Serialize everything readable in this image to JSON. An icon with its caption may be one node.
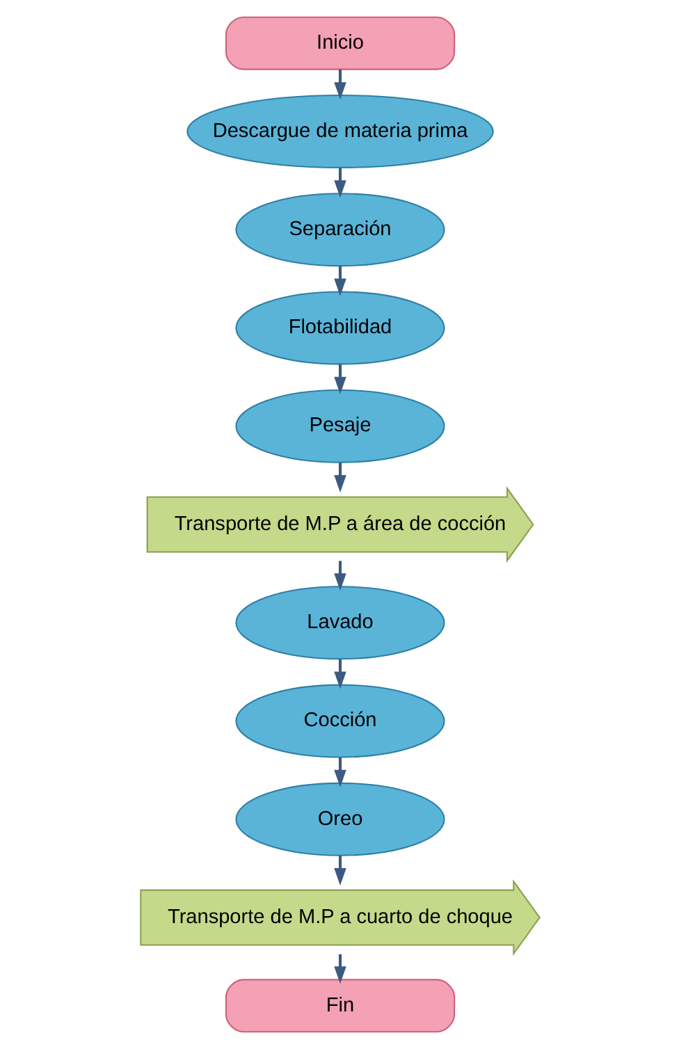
{
  "diagram": {
    "nodes": [
      {
        "text": [
          "Inicio"
        ]
      },
      {
        "text": [
          "Descargue de materia prima"
        ]
      },
      {
        "text": [
          "Separación"
        ]
      },
      {
        "text": [
          "Flotabilidad"
        ]
      },
      {
        "text": [
          "Pesaje"
        ]
      },
      {
        "text": [
          "Transporte de M.P a área de cocción"
        ]
      },
      {
        "text": [
          "Lavado"
        ]
      },
      {
        "text": [
          "Cocción"
        ]
      },
      {
        "text": [
          "Oreo"
        ]
      },
      {
        "text": [
          "Transporte de M.P a cuarto de choque"
        ]
      },
      {
        "text": [
          "Fin"
        ]
      }
    ],
    "edges": [
      {
        "from": 0,
        "to": 1,
        "arrow": "to"
      },
      {
        "from": 1,
        "to": 2,
        "arrow": "to"
      },
      {
        "from": 2,
        "to": 3,
        "arrow": "to"
      },
      {
        "from": 3,
        "to": 4,
        "arrow": "to"
      },
      {
        "from": 4,
        "to": 5,
        "arrow": "to"
      },
      {
        "from": 5,
        "to": 6,
        "arrow": "to"
      },
      {
        "from": 6,
        "to": 7,
        "arrow": "to"
      },
      {
        "from": 7,
        "to": 8,
        "arrow": "to"
      },
      {
        "from": 8,
        "to": 9,
        "arrow": "to"
      },
      {
        "from": 9,
        "to": 10,
        "arrow": "to"
      }
    ]
  }
}
